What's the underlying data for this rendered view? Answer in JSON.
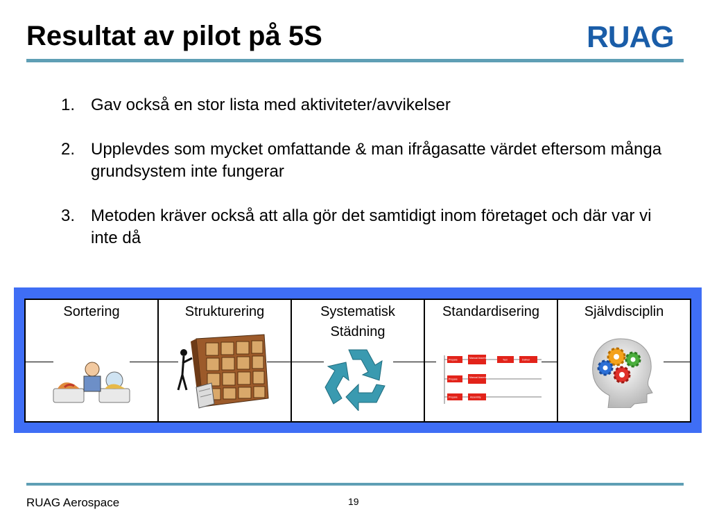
{
  "slide": {
    "title": "Resultat av pilot på 5S",
    "logo_text": "RUAG",
    "items": [
      {
        "num": "1.",
        "text": "Gav också en stor lista med aktiviteter/avvikelser"
      },
      {
        "num": "2.",
        "text": "Upplevdes som mycket omfattande & man ifrågasatte värdet eftersom många grundsystem inte fungerar"
      },
      {
        "num": "3.",
        "text": "Metoden kräver också att alla gör det samtidigt inom företaget och där var vi inte då"
      }
    ],
    "table": {
      "columns": [
        {
          "label": "Sortering",
          "icon": "laundry-person-icon"
        },
        {
          "label": "Strukturering",
          "icon": "shelf-cabinet-icon"
        },
        {
          "label": "Systematisk\nStädning",
          "icon": "recycle-arrows-icon"
        },
        {
          "label": "Standardisering",
          "icon": "process-flowchart-icon"
        },
        {
          "label": "Självdisciplin",
          "icon": "head-gears-icon"
        }
      ]
    },
    "flowchart_labels": [
      "Prepare",
      "Manual Assembly",
      "Test",
      "Deliver",
      "Prepare",
      "Manual Assembly",
      "Prepare",
      "Assembly"
    ],
    "footer": "RUAG Aerospace",
    "page_number": "19",
    "colors": {
      "accent_rule": "#5f9fb5",
      "panel_blue": "#3f6ef5",
      "logo_blue": "#1a5da8"
    }
  }
}
